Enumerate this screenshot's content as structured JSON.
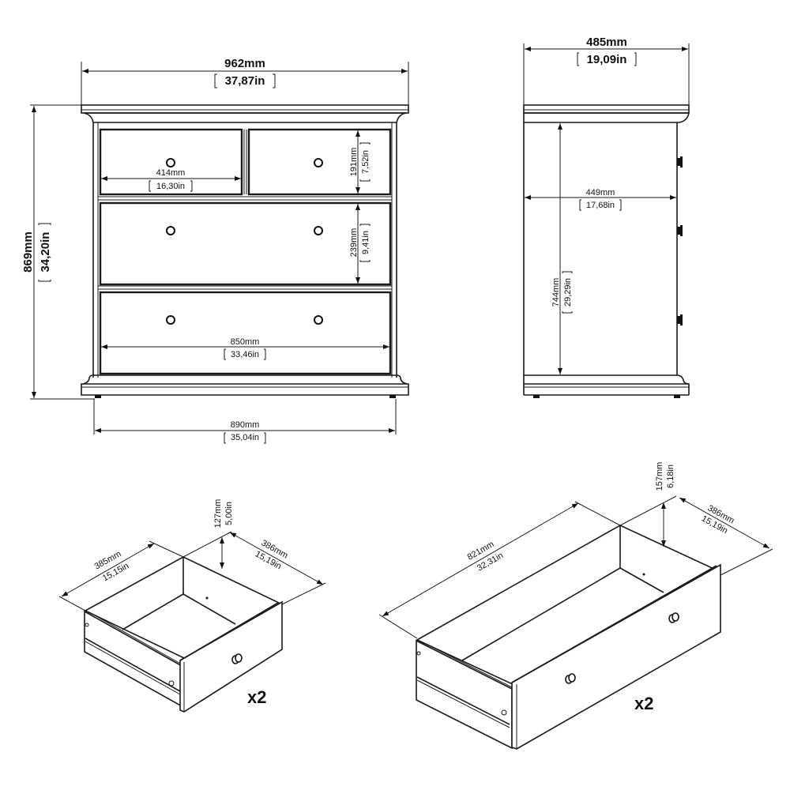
{
  "front_view": {
    "overall_width": {
      "mm": "962mm",
      "in": "37,87in"
    },
    "overall_height": {
      "mm": "869mm",
      "in": "34,20in"
    },
    "top_drawer_width": {
      "mm": "414mm",
      "in": "16,30in"
    },
    "top_drawer_height": {
      "mm": "191mm",
      "in": "7,52in"
    },
    "large_drawer_height": {
      "mm": "239mm",
      "in": "9,41in"
    },
    "inner_width": {
      "mm": "850mm",
      "in": "33,46in"
    },
    "base_width": {
      "mm": "890mm",
      "in": "35,04in"
    }
  },
  "side_view": {
    "overall_depth": {
      "mm": "485mm",
      "in": "19,09in"
    },
    "body_depth": {
      "mm": "449mm",
      "in": "17,68in"
    },
    "body_height": {
      "mm": "744mm",
      "in": "29,29in"
    }
  },
  "small_drawer": {
    "length": {
      "mm": "385mm",
      "in": "15,15in"
    },
    "depth": {
      "mm": "386mm",
      "in": "15,19in"
    },
    "height": {
      "mm": "127mm",
      "in": "5,00in"
    },
    "quantity": "x2"
  },
  "large_drawer": {
    "length": {
      "mm": "821mm",
      "in": "32,31in"
    },
    "depth": {
      "mm": "386mm",
      "in": "15,19in"
    },
    "height": {
      "mm": "157mm",
      "in": "6,18in"
    },
    "quantity": "x2"
  }
}
